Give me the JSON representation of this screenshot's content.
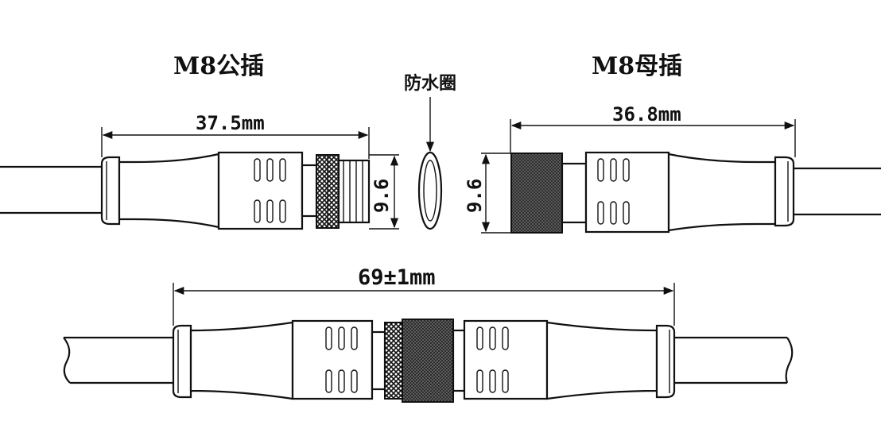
{
  "titles": {
    "male": "M8公插",
    "female": "M8母插",
    "seal": "防水圈"
  },
  "dimensions": {
    "male_length": "37.5mm",
    "female_length": "36.8mm",
    "male_diameter": "9.6",
    "female_diameter": "9.6",
    "assembled_length": "69±1mm"
  },
  "colors": {
    "line": "#111111",
    "background": "#ffffff"
  }
}
